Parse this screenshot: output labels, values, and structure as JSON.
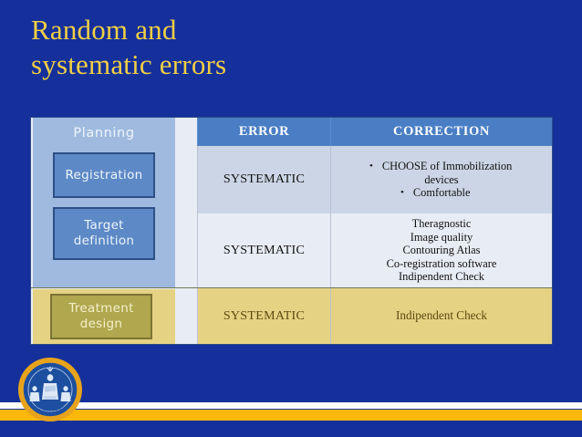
{
  "slide": {
    "title": "Random and\nsystematic errors",
    "background_color": "#15309a",
    "title_color": "#f2cf45"
  },
  "diagram": {
    "planning_label": "Planning",
    "registration_label": "Registration",
    "target_definition_label": "Target\ndefinition",
    "treatment_design_label": "Treatment\ndesign"
  },
  "table": {
    "headers": {
      "left": "",
      "error": "ERROR",
      "correction": "CORRECTION"
    },
    "rows": [
      {
        "error": "SYSTEMATIC",
        "correction_bullets": [
          "CHOOSE of Immobilization",
          "Comfortable"
        ],
        "correction_cont": "devices",
        "row_color": "#ccd5e5"
      },
      {
        "error": "SYSTEMATIC",
        "correction_lines": "Theragnostic\nImage quality\nContouring Atlas\nCo-registration software\nIndipendent Check",
        "row_color": "#e8ecf4"
      },
      {
        "error": "SYSTEMATIC",
        "correction": "Indipendent Check",
        "row_color": "#e6d283"
      }
    ]
  },
  "footer": {
    "white_band_color": "#ffffff",
    "gold_band_color": "#fcb80a",
    "seal_name": "university-seal"
  }
}
